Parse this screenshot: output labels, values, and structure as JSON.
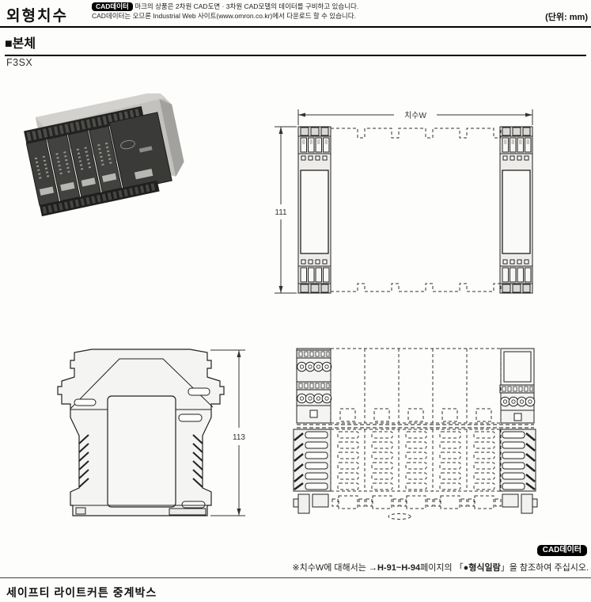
{
  "header": {
    "title": "외형치수",
    "cad_badge": "CAD데이터",
    "note_line1": " 마크의 상품은 2차원 CAD도면 · 3차원 CAD모델의 데이터를 구비하고 있습니다.",
    "note_line2": "CAD데이터는 오므론 Industrial Web 사이트(www.omron.co.kr)에서 다운로드 할 수 있습니다.",
    "unit": "(단위: mm)"
  },
  "section": {
    "title": "■본체",
    "model": "F3SX"
  },
  "dimensions": {
    "front_width_label": "치수W",
    "front_height": "111",
    "side_height": "113"
  },
  "footnote": {
    "cad_badge": "CAD데이터",
    "prefix": "※치수W에 대해서는 ",
    "pages": "→H-91~H-94",
    "mid": "페이지의 「",
    "bold": "●형식일람",
    "suffix": "」을 참조하여 주십시오."
  },
  "page_footer": {
    "title": "세이프티 라이트커튼 중계박스"
  }
}
